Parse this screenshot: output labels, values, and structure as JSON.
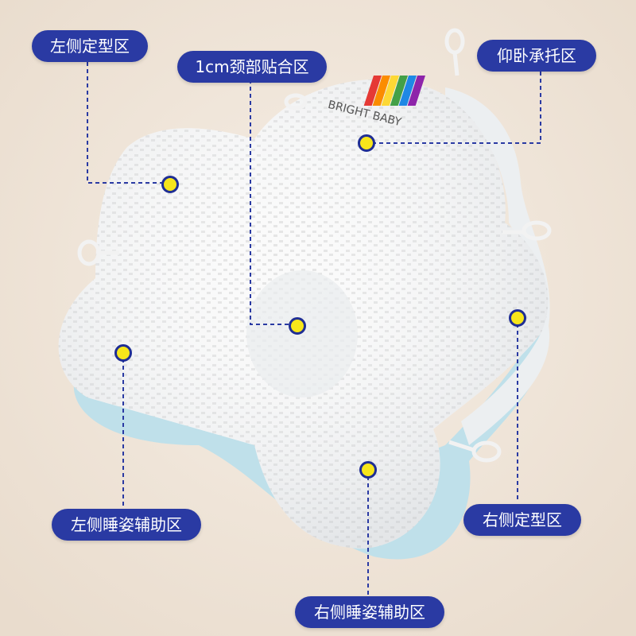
{
  "brand": {
    "embroidery_text": "BRIGHT BABY",
    "rainbow_colors": [
      "#e53935",
      "#fb8c00",
      "#fdd835",
      "#43a047",
      "#1e88e5",
      "#8e24aa"
    ]
  },
  "colors": {
    "label_bg": "#2a3aa3",
    "label_text": "#ffffff",
    "dot_fill": "#f7e61b",
    "dot_ring": "#1f2e94",
    "leader_line": "#2a3aa3",
    "background": "#f1e7db",
    "pillow_white": "#fbfbfb",
    "pillow_base_blue": "#bfe0ea"
  },
  "callouts": {
    "left_shaping_zone": "左侧定型区",
    "neck_fit_zone": "1cm颈部贴合区",
    "supine_support": "仰卧承托区",
    "left_sleep_aid": "左侧睡姿辅助区",
    "right_shaping_zone": "右侧定型区",
    "right_sleep_aid": "右侧睡姿辅助区"
  }
}
